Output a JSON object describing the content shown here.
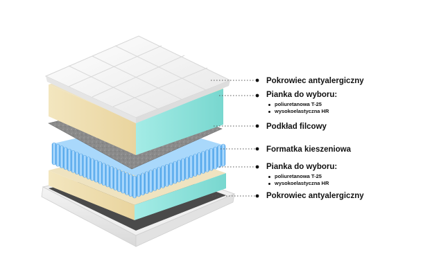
{
  "colors": {
    "cover_white": "#f2f2f2",
    "foam_yellow": "#f2e1b4",
    "foam_teal": "#8fe3dc",
    "felt_grey": "#8c8c8c",
    "springs_blue": "#68b8f2",
    "base_dark": "#4a4a4a",
    "text": "#111111"
  },
  "layers": [
    {
      "id": "cover-top",
      "title": "Pokrowiec antyalergiczny",
      "options": []
    },
    {
      "id": "foam-top",
      "title": "Pianka do wyboru:",
      "options": [
        "poliuretanowa T-25",
        "wysokoelastyczna HR"
      ]
    },
    {
      "id": "felt",
      "title": "Podkład filcowy",
      "options": []
    },
    {
      "id": "pocket-springs",
      "title": "Formatka kieszeniowa",
      "options": []
    },
    {
      "id": "foam-bottom",
      "title": "Pianka do wyboru:",
      "options": [
        "poliuretanowa T-25",
        "wysokoelastyczna HR"
      ]
    },
    {
      "id": "cover-bottom",
      "title": "Pokrowiec antyalergiczny",
      "options": []
    }
  ]
}
